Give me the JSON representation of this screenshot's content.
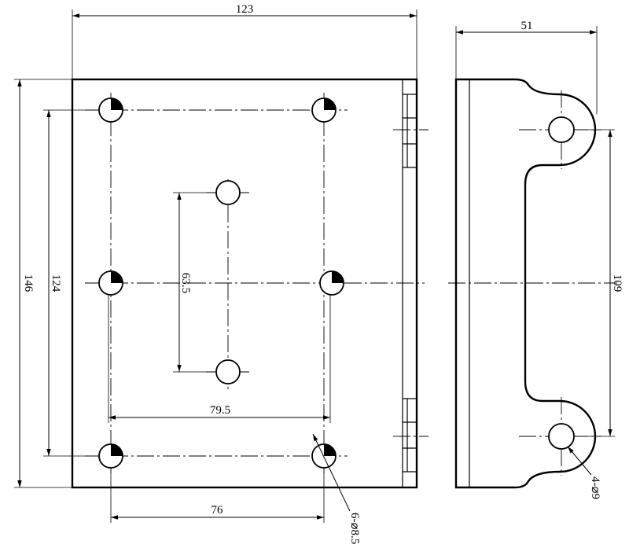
{
  "colors": {
    "line": "#000000",
    "background": "#ffffff"
  },
  "dimensions": {
    "plate_width": "123",
    "plate_height": "146",
    "bolt_vertical_spacing": "124",
    "inner_hole_spacing": "63.5",
    "bolt_horizontal_inner": "79.5",
    "bolt_horizontal_outer": "76",
    "bolt_holes_callout": "6-⌀8.5",
    "bracket_depth": "51",
    "bracket_hole_spacing": "109",
    "bracket_holes_callout": "4-⌀9"
  }
}
